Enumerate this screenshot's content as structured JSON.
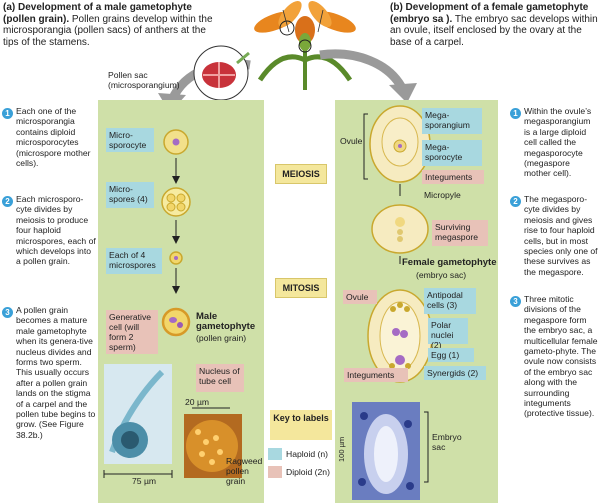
{
  "headers": {
    "left_title": "(a) Development of a male gametophyte (pollen grain).",
    "left_body": "Pollen grains develop within the microsporangia (pollen sacs) of anthers at the tips of the stamens.",
    "right_title": "(b) Development of a female gametophyte (embryo sa ).",
    "right_body": "The embryo sac develops within an ovule, itself enclosed by the ovary at the base of a carpel."
  },
  "pollen_sac_label": "Pollen sac (microsporangium)",
  "left_steps": [
    {
      "num": "1",
      "text": "Each one of the microsporangia contains diploid microsporocytes (microspore mother cells)."
    },
    {
      "num": "2",
      "text": "Each microsporo-cyte divides by meiosis to produce four haploid microspores, each of which develops into a pollen grain."
    },
    {
      "num": "3",
      "text": "A pollen grain becomes a mature male gametophyte when its genera-tive nucleus divides and forms two sperm. This usually occurs after a pollen grain lands on the stigma of a carpel and the pollen tube begins to grow. (See Figure 38.2b.)"
    }
  ],
  "right_steps": [
    {
      "num": "1",
      "text": "Within the ovule’s megasporangium is a large diploid cell called the megasporocyte (megaspore mother cell)."
    },
    {
      "num": "2",
      "text": "The megasporo-cyte divides by meiosis and gives rise to four haploid cells, but in most species only one of these survives as the megaspore."
    },
    {
      "num": "3",
      "text": "Three mitotic divisions of the megaspore form the embryo sac, a multicellular female gameto-phyte. The ovule now consists of the embryo sac along with the surrounding integuments (protective tissue)."
    }
  ],
  "male_labels": {
    "microsporocyte": "Micro-sporocyte",
    "microspores": "Micro-spores (4)",
    "each_of_4": "Each of 4 microspores",
    "generative": "Generative cell (will form 2 sperm)",
    "male_gametophyte": "Male gametophyte",
    "pollen_grain": "(pollen grain)",
    "tube_nucleus": "Nucleus of tube cell",
    "scale_20": "20 µm",
    "scale_75": "75 µm",
    "ragweed": "Ragweed pollen grain"
  },
  "phases": {
    "meiosis": "MEIOSIS",
    "mitosis": "MITOSIS"
  },
  "key": {
    "title": "Key to labels",
    "haploid": "Haploid (n)",
    "diploid": "Diploid (2n)"
  },
  "female_labels": {
    "ovule_top": "Ovule",
    "megasporangium": "Mega-sporangium",
    "megasporocyte": "Mega-sporocyte",
    "integuments_top": "Integuments",
    "micropyle": "Micropyle",
    "surviving": "Surviving megaspore",
    "female_gametophyte": "Female gametophyte",
    "embryo_sac_paren": "(embryo sac)",
    "ovule_bottom": "Ovule",
    "antipodal": "Antipodal cells (3)",
    "polar": "Polar nuclei (2)",
    "egg": "Egg (1)",
    "integuments_bottom": "Integuments",
    "synergids": "Synergids (2)",
    "embryo_sac": "Embryo sac",
    "scale_100": "100 µm"
  },
  "colors": {
    "haploid": "#a8d8e0",
    "diploid": "#e8c2b8",
    "panel": "#cfe0a8",
    "step_number": "#3aa0d8",
    "phase_box": "#f4e79c"
  }
}
